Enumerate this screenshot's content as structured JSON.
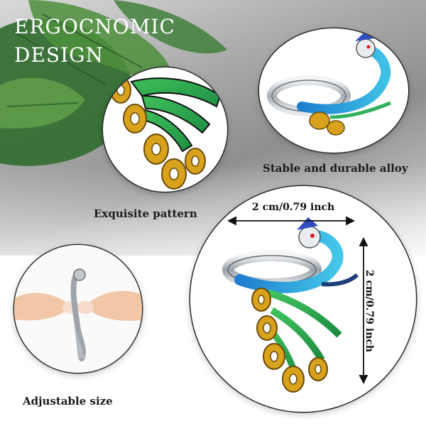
{
  "headline": {
    "line1": "ERGOCNOMIC",
    "line2": "DESIGN"
  },
  "captions": {
    "pattern": "Exquisite pattern",
    "alloy": "Stable and durable alloy",
    "size": "Adjustable size"
  },
  "dimensions": {
    "width": "2 cm/0.79 inch",
    "height": "2 cm/0.79 inch"
  },
  "colors": {
    "gold": "#d8a21c",
    "green": "#3fb34f",
    "blue": "#2a8fd6",
    "silver": "#c9ced3",
    "text": "#1a1a1a"
  }
}
